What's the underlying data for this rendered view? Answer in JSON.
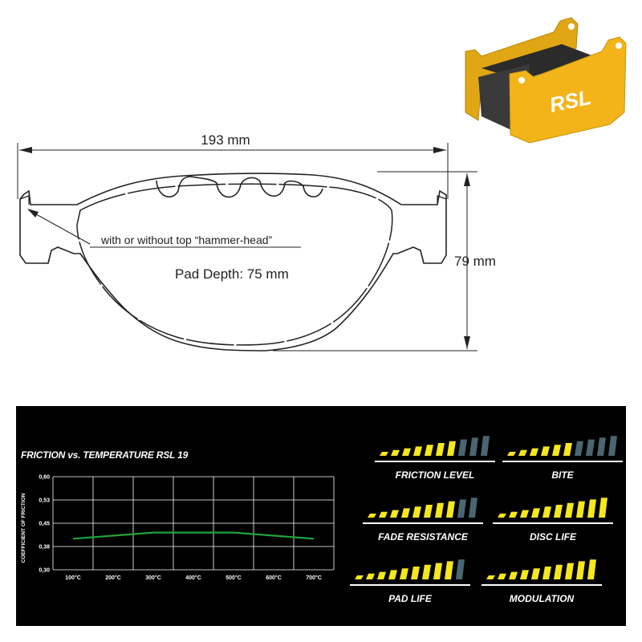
{
  "drawing": {
    "width_label": "193 mm",
    "height_label": "79 mm",
    "hammer_head_note": "with or without top “hammer-head”",
    "pad_depth": "Pad Depth: 75 mm",
    "product_logo": "RSL",
    "product_color": "#f2b418"
  },
  "chart_data": {
    "type": "line",
    "title": "FRICTION vs. TEMPERATURE RSL 19",
    "ylabel": "COEFFICIENT OF FRICTION",
    "xlabel": "",
    "x": [
      "100°C",
      "200°C",
      "300°C",
      "400°C",
      "500°C",
      "600°C",
      "700°C"
    ],
    "y_ticks": [
      "0,60",
      "0,53",
      "0,45",
      "0,38",
      "0,30"
    ],
    "ylim": [
      0.3,
      0.6
    ],
    "grid": true,
    "series": [
      {
        "values": [
          0.4,
          0.41,
          0.42,
          0.42,
          0.42,
          0.41,
          0.4
        ],
        "color": "#1fa33a"
      }
    ]
  },
  "ratings": [
    {
      "label": "FRICTION LEVEL",
      "filled": 7,
      "total": 10
    },
    {
      "label": "BITE",
      "filled": 6,
      "total": 10
    },
    {
      "label": "FADE RESISTANCE",
      "filled": 8,
      "total": 10
    },
    {
      "label": "DISC LIFE",
      "filled": 10,
      "total": 10
    },
    {
      "label": "PAD LIFE",
      "filled": 9,
      "total": 10
    },
    {
      "label": "MODULATION",
      "filled": 10,
      "total": 10
    }
  ],
  "colors": {
    "panel_bg": "#000000",
    "rating_on": "#f5e61e",
    "rating_off": "#4a6670",
    "grid": "#ffffff"
  }
}
